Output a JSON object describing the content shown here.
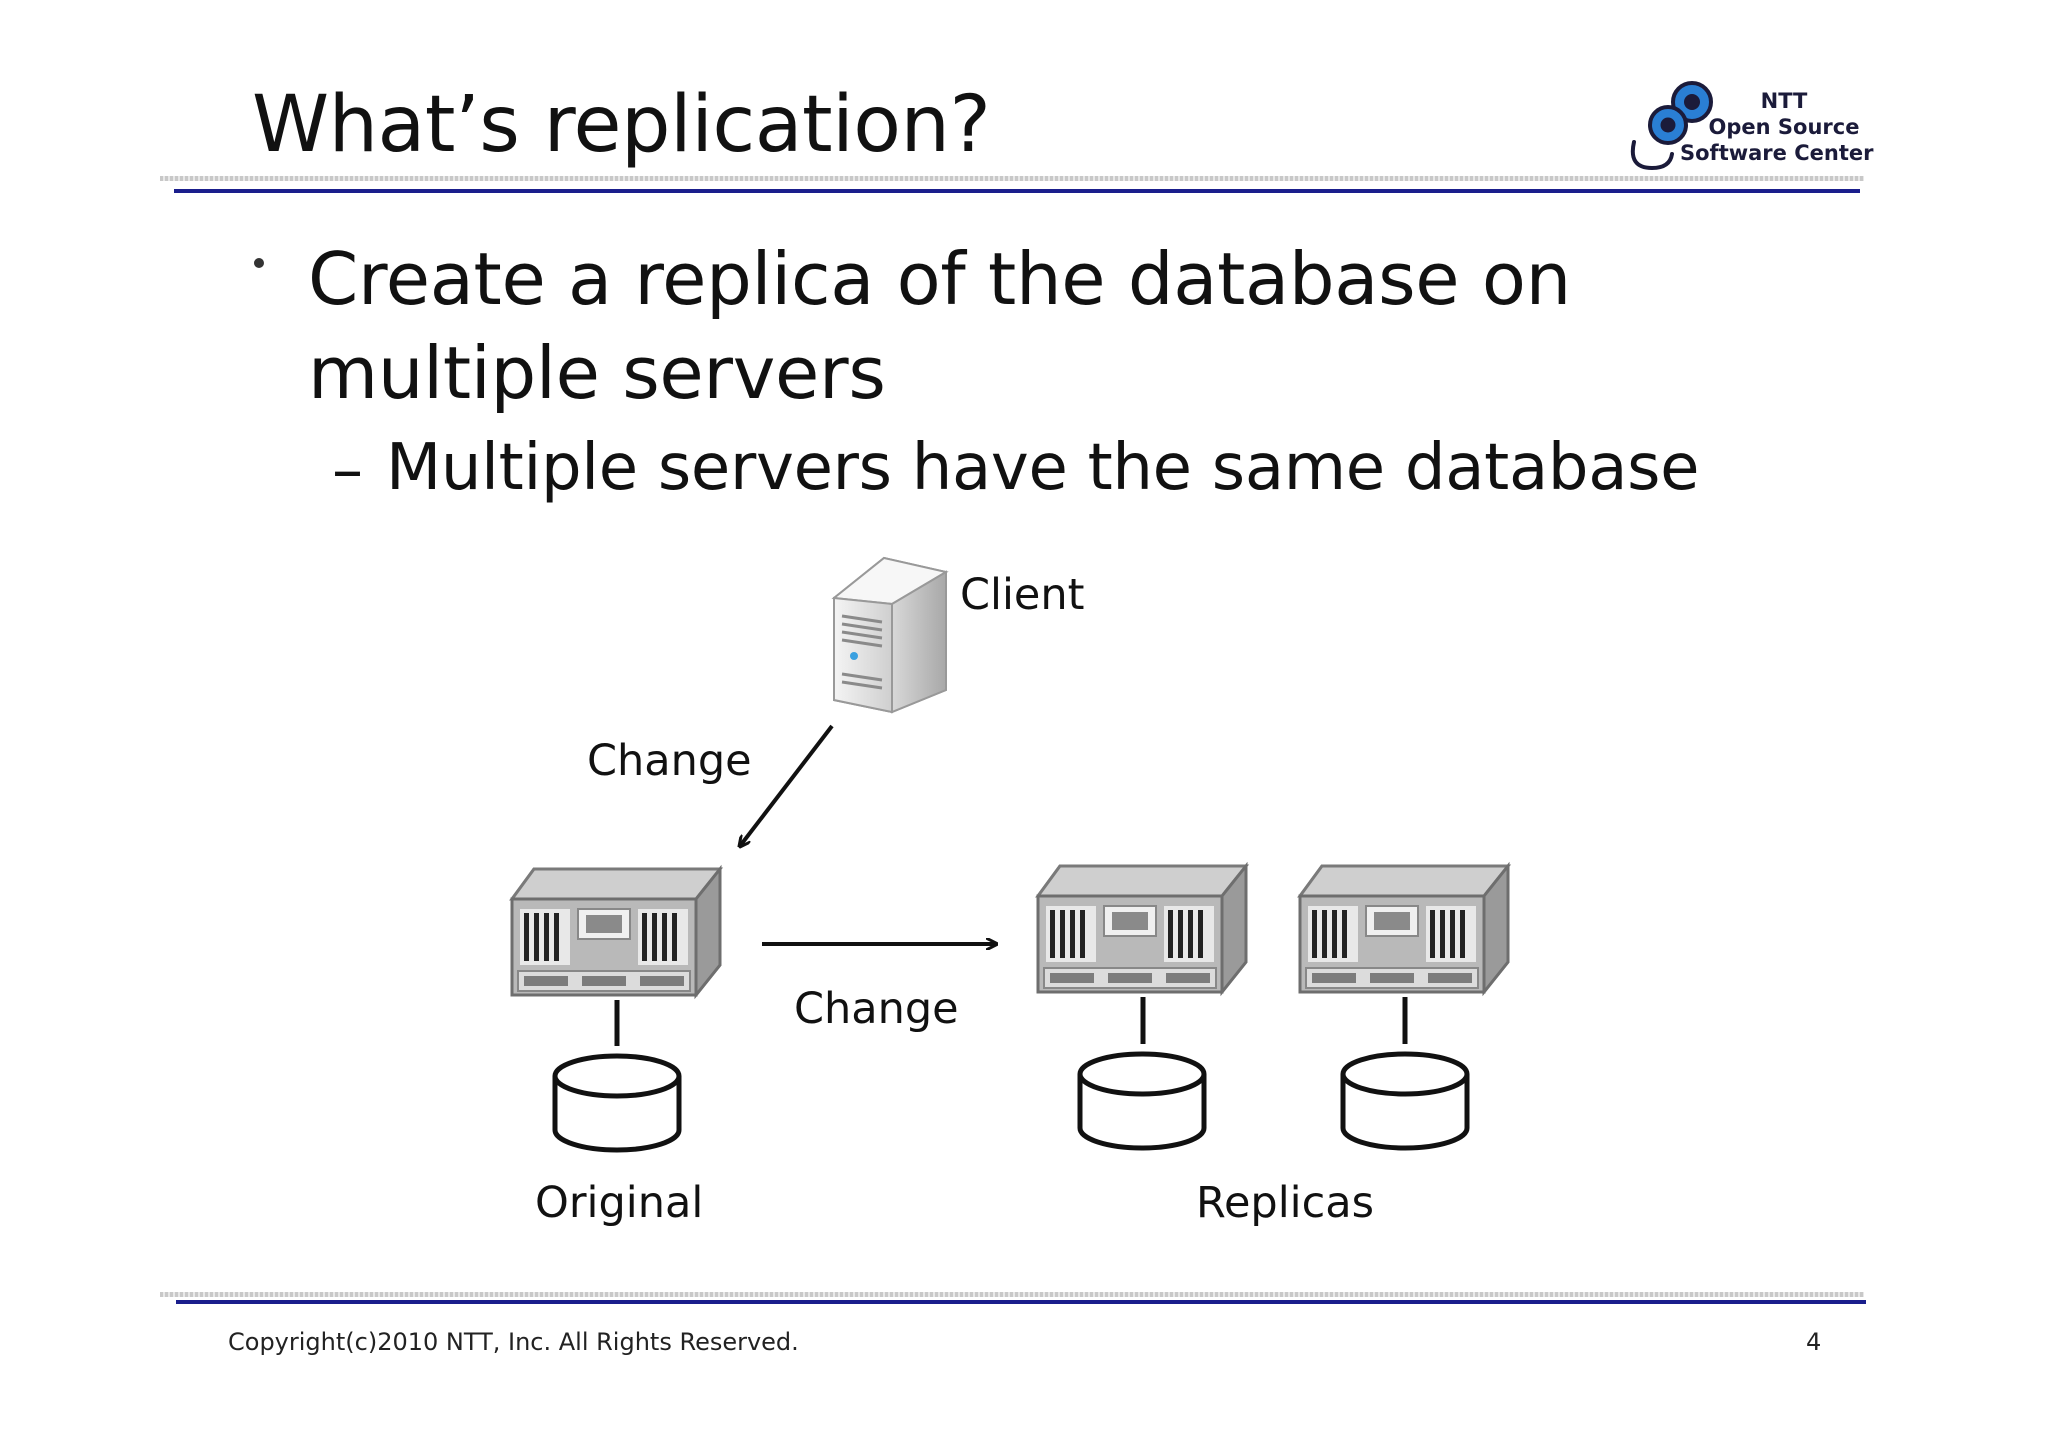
{
  "slide": {
    "title": "What’s replication?",
    "bullet": "Create a replica of the database on multiple servers",
    "sub_bullet_dash": "–",
    "sub_bullet": "Multiple servers have the same database"
  },
  "logo": {
    "line1": "NTT",
    "line2": "Open Source",
    "line3": "Software Center",
    "colors": {
      "blue": "#2a7fd4",
      "dark": "#1b1b3a"
    }
  },
  "diagram": {
    "client_label": "Client",
    "change_label_1": "Change",
    "change_label_2": "Change",
    "original_label": "Original",
    "replicas_label": "Replicas",
    "nodes": [
      "client",
      "original",
      "replica-1",
      "replica-2"
    ],
    "edges": [
      {
        "from": "client",
        "to": "original",
        "label": "Change"
      },
      {
        "from": "original",
        "to": "replicas",
        "label": "Change"
      }
    ]
  },
  "footer": {
    "copyright": "Copyright(c)2010 NTT, Inc. All Rights Reserved.",
    "page_number": "4"
  },
  "colors": {
    "rule_navy": "#1a1e8c",
    "rule_gray": "#c8c8c8"
  }
}
